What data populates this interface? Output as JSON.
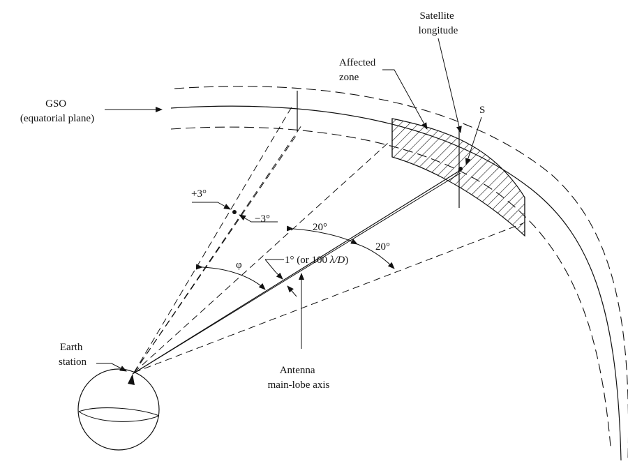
{
  "labels": {
    "satellite_longitude": [
      "Satellite",
      "longitude"
    ],
    "affected_zone": [
      "Affected",
      "zone"
    ],
    "satellite": "S",
    "gso": [
      "GSO",
      "(equatorial plane)"
    ],
    "plus_three": "+3°",
    "minus_three": "−3°",
    "twenty_upper": "20°",
    "twenty_lower": "20°",
    "phi": "φ",
    "one_degree_prefix": "1° (or 100 ",
    "lambda_over_d": "λ/D",
    "one_degree_suffix": ")",
    "earth_station": [
      "Earth",
      "station"
    ],
    "antenna_axis": [
      "Antenna",
      "main-lobe axis"
    ]
  }
}
